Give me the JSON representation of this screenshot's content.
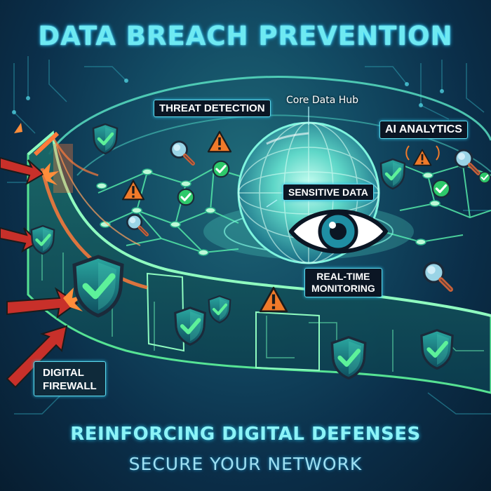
{
  "header": {
    "title": "DATA BREACH PREVENTION"
  },
  "labels": {
    "threat_detection": "THREAT DETECTION",
    "core_data_hub": "Core Data Hub",
    "ai_analytics": "AI ANALYTICS",
    "sensitive_data": "SENSITIVE DATA",
    "real_time_monitoring": [
      "REAL-TIME",
      "MONITORING"
    ],
    "digital_firewall": [
      "DIGITAL",
      "FIREWALL"
    ]
  },
  "footer": {
    "tagline": "REINFORCING DIGITAL DEFENSES",
    "subtagline": "SECURE YOUR NETWORK"
  },
  "icons": [
    "shield-check-icon",
    "warning-icon",
    "magnifier-icon",
    "check-circle-icon",
    "eye-icon",
    "globe-icon",
    "attack-arrow-icon"
  ],
  "colors": {
    "neon_green": "#5df29a",
    "cyan": "#6ee9f2",
    "firewall_orange": "#ff7a3a",
    "attack_red": "#d9342b",
    "warning_orange": "#f07a2a",
    "shield_teal": "#1c8a8a"
  }
}
